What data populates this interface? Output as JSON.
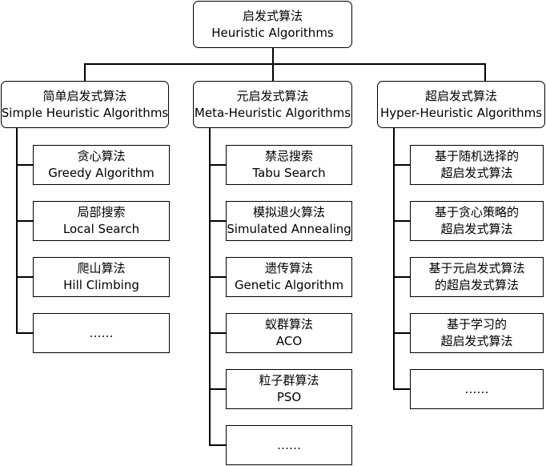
{
  "root": {
    "line1": "启发式算法",
    "line2": "Heuristic Algorithms"
  },
  "categories": [
    {
      "line1": "简单启发式算法",
      "line2": "Simple Heuristic Algorithms",
      "children": [
        {
          "line1": "贪心算法",
          "line2": "Greedy Algorithm"
        },
        {
          "line1": "局部搜索",
          "line2": "Local Search"
        },
        {
          "line1": "爬山算法",
          "line2": "Hill Climbing"
        },
        {
          "line1": "……",
          "line2": ""
        }
      ]
    },
    {
      "line1": "元启发式算法",
      "line2": "Meta-Heuristic Algorithms",
      "children": [
        {
          "line1": "禁忌搜索",
          "line2": "Tabu Search"
        },
        {
          "line1": "模拟退火算法",
          "line2": "Simulated Annealing"
        },
        {
          "line1": "遗传算法",
          "line2": "Genetic Algorithm"
        },
        {
          "line1": "蚁群算法",
          "line2": "ACO"
        },
        {
          "line1": "粒子群算法",
          "line2": "PSO"
        },
        {
          "line1": "……",
          "line2": ""
        }
      ]
    },
    {
      "line1": "超启发式算法",
      "line2": "Hyper-Heuristic Algorithms",
      "children": [
        {
          "line1": "基于随机选择的",
          "line2": "超启发式算法"
        },
        {
          "line1": "基于贪心策略的",
          "line2": "超启发式算法"
        },
        {
          "line1": "基于元启发式算法",
          "line2": "的超启发式算法"
        },
        {
          "line1": "基于学习的",
          "line2": "超启发式算法"
        },
        {
          "line1": "……",
          "line2": ""
        }
      ]
    }
  ]
}
